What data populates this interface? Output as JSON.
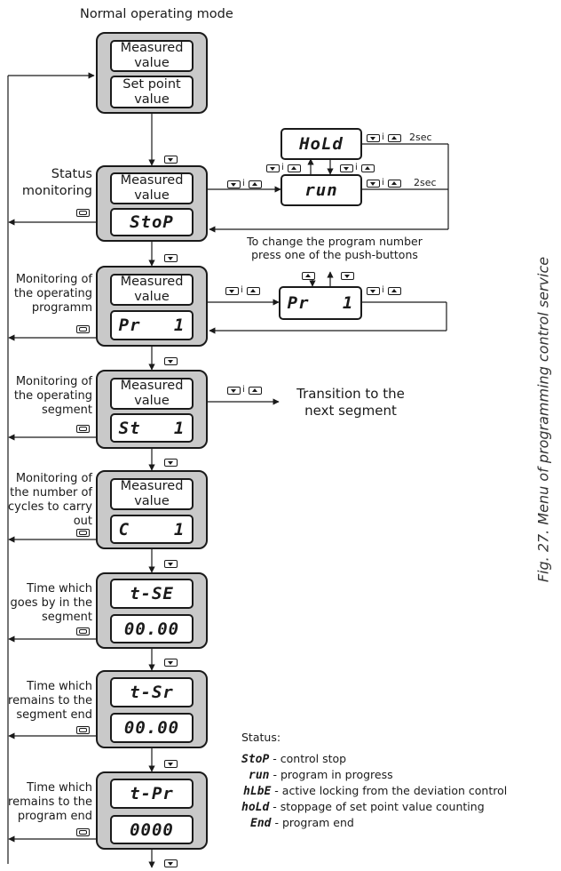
{
  "title": "Normal operating mode",
  "caption": "Fig. 27. Menu of programming control service",
  "blocks": [
    {
      "label": "",
      "top": "Measured\nvalue",
      "bottom": "Set point\nvalue"
    },
    {
      "label": "Status\nmonitoring",
      "top": "Measured\nvalue",
      "bottom": "StoP"
    },
    {
      "label": "Monitoring of\nthe operating\nprogramm",
      "top": "Measured\nvalue",
      "bottom": "Pr   1"
    },
    {
      "label": "Monitoring of\nthe operating\nsegment",
      "top": "Measured\nvalue",
      "bottom": "St   1"
    },
    {
      "label": "Monitoring of\nthe number of\ncycles to carry\nout",
      "top": "Measured\nvalue",
      "bottom": "C    1"
    },
    {
      "label": "Time which\ngoes by in the\nsegment",
      "top": "t-SE",
      "bottom": "00.00"
    },
    {
      "label": "Time which\nremains to the\nsegment end",
      "top": "t-Sr",
      "bottom": "00.00"
    },
    {
      "label": "Time which\nremains to the\nprogram end",
      "top": "t-Pr",
      "bottom": "0000"
    }
  ],
  "status_displays": {
    "hold": "HoLd",
    "run": "run",
    "prog": "Pr   1"
  },
  "timing": {
    "hold_2sec": "2sec",
    "run_2sec": "2sec"
  },
  "separator": "i",
  "change_note": "To change the program number\npress one of the push-buttons",
  "transition": "Transition to the\nnext segment",
  "legend": {
    "heading": "Status:",
    "items": [
      {
        "code": "StoP",
        "text": "- control stop"
      },
      {
        "code": "run",
        "text": "- program in progress"
      },
      {
        "code": "hLbE",
        "text": "- active locking from the deviation control"
      },
      {
        "code": "hoLd",
        "text": "- stoppage of set point value counting"
      },
      {
        "code": "End",
        "text": "- program end"
      }
    ]
  },
  "icons": {
    "down_key": "down-arrow-key-icon",
    "up_key": "up-arrow-key-icon",
    "cycle_key": "cycle-key-icon"
  }
}
